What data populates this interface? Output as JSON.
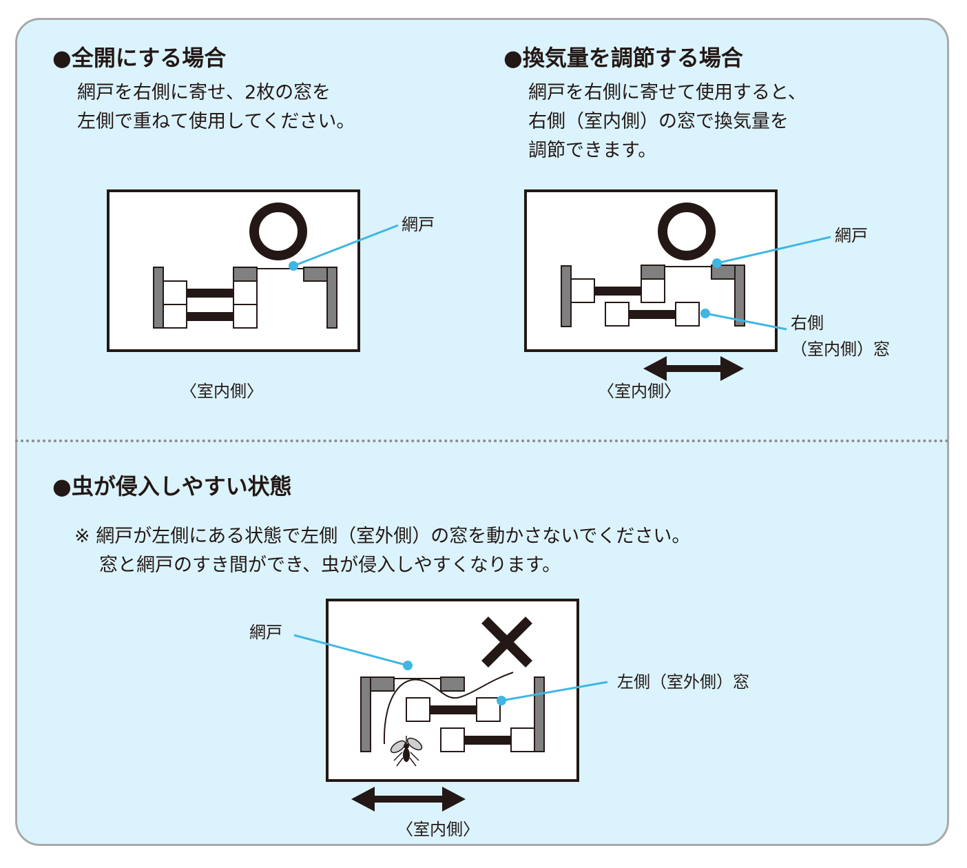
{
  "sections": {
    "full_open": {
      "heading": "●全開にする場合",
      "text": [
        "網戸を右側に寄せ、2枚の窓を",
        "左側で重ねて使用してください。"
      ],
      "screen_label": "網戸",
      "side_label": "〈室内側〉",
      "mark": "ok"
    },
    "ventilation": {
      "heading": "●換気量を調節する場合",
      "text": [
        "網戸を右側に寄せて使用すると、",
        "右側（室内側）の窓で換気量を",
        "調節できます。"
      ],
      "screen_label": "網戸",
      "window_label": [
        "右側",
        "（室内側）窓"
      ],
      "side_label": "〈室内側〉",
      "mark": "ok"
    },
    "insects": {
      "heading": "●虫が侵入しやすい状態",
      "text": [
        "※ 網戸が左側にある状態で左側（室外側）の窓を動かさないでください。",
        "窓と網戸のすき間ができ、虫が侵入しやすくなります。"
      ],
      "screen_label": "網戸",
      "window_label": "左側（室外側）窓",
      "side_label": "〈室内側〉",
      "mark": "ng"
    }
  },
  "colors": {
    "background": "#dbf3fc",
    "border": "#a8a8a8",
    "leader": "#3fb6e3",
    "frame_gray": "#808080",
    "ink": "#231815"
  },
  "icons": [
    "circle-ok-icon",
    "cross-ng-icon",
    "double-arrow-icon",
    "mosquito-icon"
  ]
}
